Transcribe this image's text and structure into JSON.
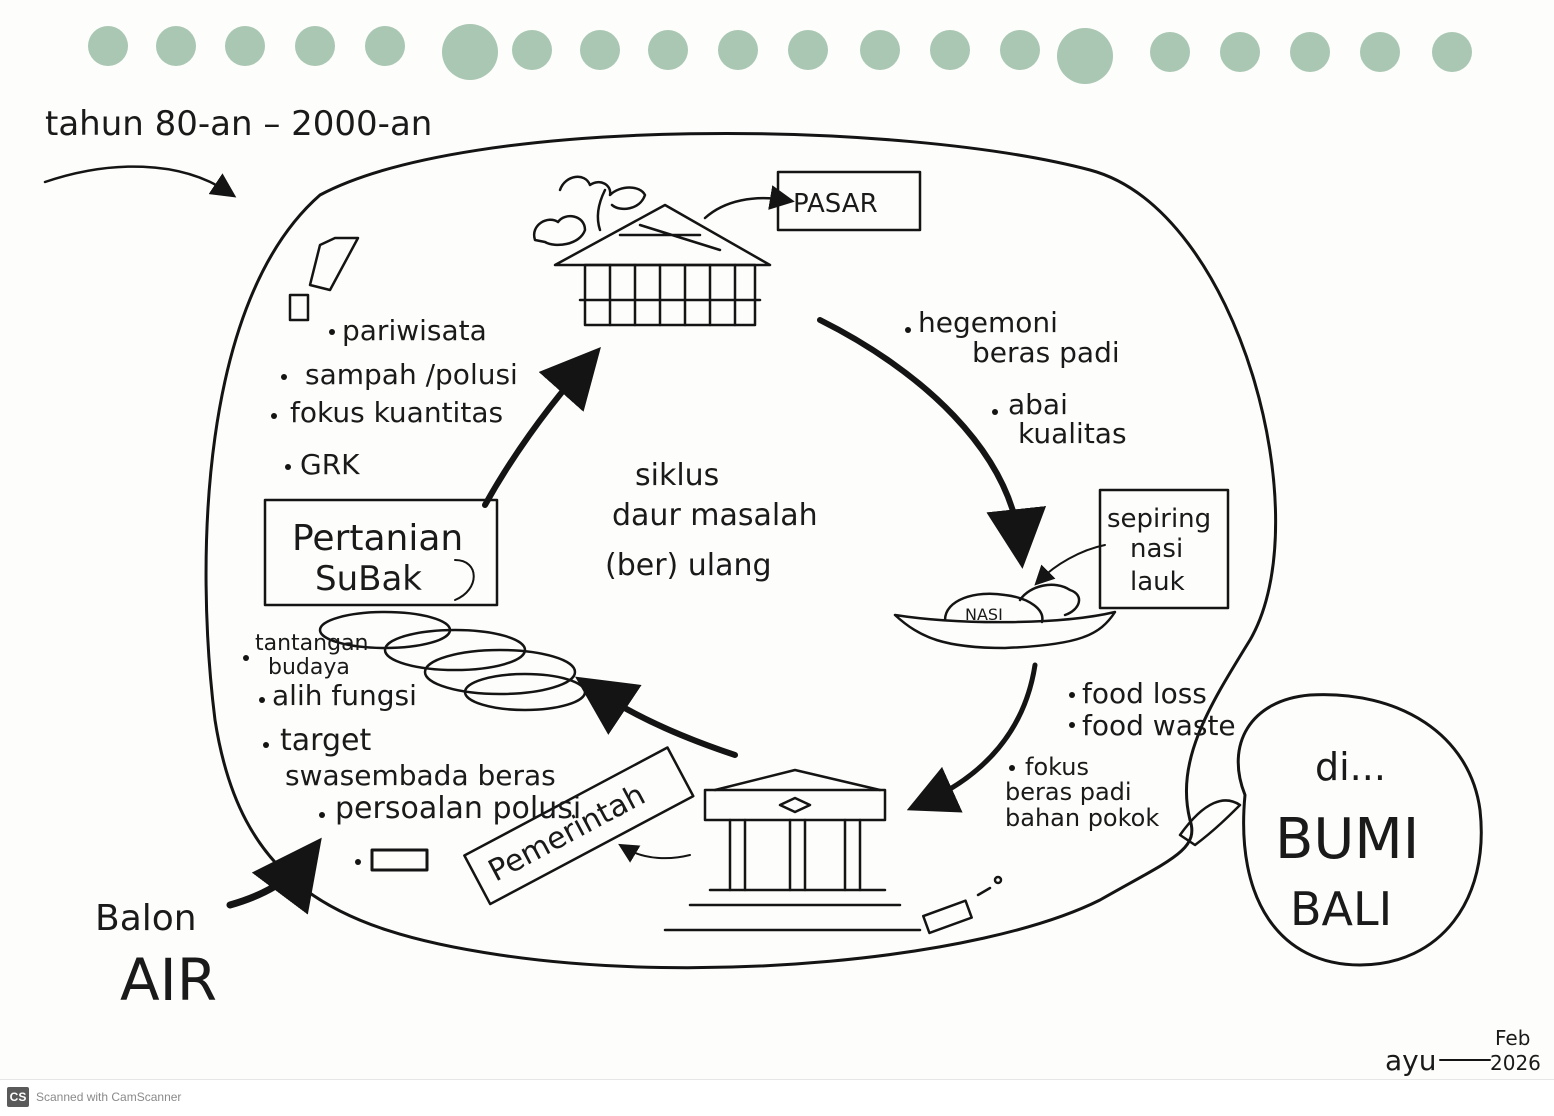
{
  "timeframe": "tahun 80-an – 2000-an",
  "pasar": "PASAR",
  "hegemoni": [
    "hegemoni",
    "beras padi"
  ],
  "abai": [
    "abai",
    "kualitas"
  ],
  "sepiring": [
    "sepiring",
    "nasi",
    "lauk"
  ],
  "nasi": "NASI",
  "food": [
    "food loss",
    "food waste"
  ],
  "fokus_beras": [
    "fokus",
    "beras padi",
    "bahan pokok"
  ],
  "pemerintah": "Pemerintah",
  "left_list_bottom": [
    "tantangan",
    "budaya",
    "alih fungsi",
    "target",
    "swasembada beras",
    "persoalan polusi"
  ],
  "pertanian": [
    "Pertanian",
    "SuBak"
  ],
  "left_list_top": [
    "pariwisata",
    "sampah /polusi",
    "fokus kuantitas",
    "GRK"
  ],
  "center": [
    "siklus",
    "daur masalah",
    "(ber) ulang"
  ],
  "balon": [
    "Balon",
    "AIR"
  ],
  "bumi": [
    "di...",
    "BUMI",
    "BALI"
  ],
  "signature": "ayu",
  "date": [
    "Feb",
    "2026"
  ],
  "footer": "Scanned with CamScanner",
  "footer_logo": "CS",
  "colors": {
    "dots": "#a9c7b2",
    "ink": "#141414",
    "paper": "#fdfdfb"
  }
}
